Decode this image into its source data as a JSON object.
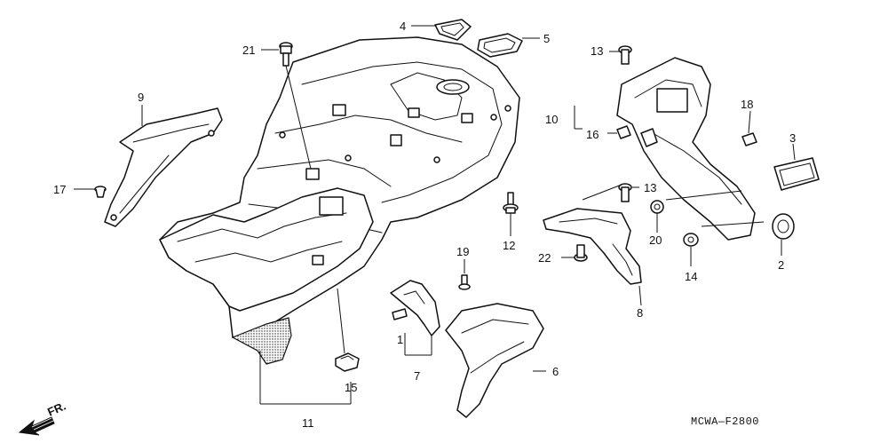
{
  "diagram": {
    "code": "MCWA—F2800",
    "direction_label": "FR.",
    "callouts": [
      {
        "id": "c1",
        "text": "1"
      },
      {
        "id": "c2",
        "text": "2"
      },
      {
        "id": "c3",
        "text": "3"
      },
      {
        "id": "c4",
        "text": "4"
      },
      {
        "id": "c5",
        "text": "5"
      },
      {
        "id": "c6",
        "text": "6"
      },
      {
        "id": "c7",
        "text": "7"
      },
      {
        "id": "c8",
        "text": "8"
      },
      {
        "id": "c9",
        "text": "9"
      },
      {
        "id": "c10",
        "text": "10"
      },
      {
        "id": "c11",
        "text": "11"
      },
      {
        "id": "c12",
        "text": "12"
      },
      {
        "id": "c13a",
        "text": "13"
      },
      {
        "id": "c13b",
        "text": "13"
      },
      {
        "id": "c14",
        "text": "14"
      },
      {
        "id": "c15",
        "text": "15"
      },
      {
        "id": "c16",
        "text": "16"
      },
      {
        "id": "c17",
        "text": "17"
      },
      {
        "id": "c18",
        "text": "18"
      },
      {
        "id": "c19",
        "text": "19"
      },
      {
        "id": "c20",
        "text": "20"
      },
      {
        "id": "c21",
        "text": "21"
      },
      {
        "id": "c22",
        "text": "22"
      }
    ]
  }
}
